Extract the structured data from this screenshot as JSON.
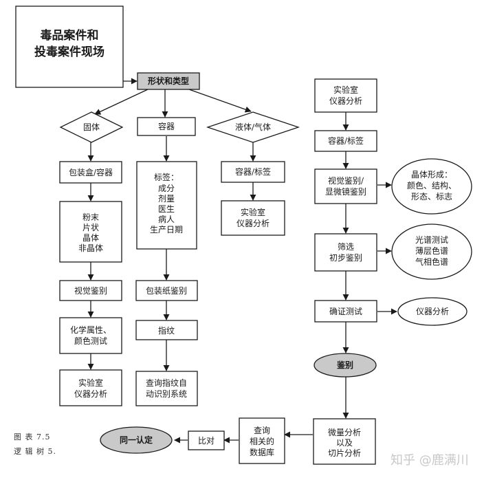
{
  "title": [
    "毒品案件和",
    "投毒案件现场"
  ],
  "shape_type": "形状和类型",
  "solid": {
    "label": "固体",
    "package": "包装盒/容器",
    "forms": [
      "粉末",
      "片状",
      "晶体",
      "非晶体"
    ],
    "visual": "视觉鉴别",
    "chem": [
      "化学属性、",
      "颜色测试"
    ],
    "lab": [
      "实验室",
      "仪器分析"
    ]
  },
  "container": {
    "label": "容器",
    "tag": [
      "标签：",
      "成分",
      "剂量",
      "医生",
      "病人",
      "生产日期"
    ],
    "paper": "包装纸鉴别",
    "fingerprint": "指纹",
    "query": [
      "查询指纹自",
      "动识别系统"
    ]
  },
  "liquid": {
    "label": "液体/气体",
    "tag": "容器/标签",
    "lab": [
      "实验室",
      "仪器分析"
    ]
  },
  "lab_flow": {
    "lab": [
      "实验室",
      "仪器分析"
    ],
    "tag": "容器/标签",
    "visual": [
      "视觉鉴别/",
      "显微镜鉴别"
    ],
    "crystal": [
      "晶体形成：",
      "颜色、结构、",
      "形态、标志"
    ],
    "screen": [
      "筛选",
      "初步鉴别"
    ],
    "spectra": [
      "光谱测试",
      "薄层色谱",
      "气相色谱"
    ],
    "confirm": "确证测试",
    "instrument": "仪器分析",
    "identify": "鉴别",
    "micro": [
      "微量分析",
      "以及",
      "切片分析"
    ],
    "database": [
      "查询",
      "相关的",
      "数据库"
    ],
    "compare": "比对",
    "same": "同一认定"
  },
  "caption": [
    "图 表 7.5",
    "逻 辑 树 5."
  ],
  "watermark": "知乎 @鹿满川"
}
